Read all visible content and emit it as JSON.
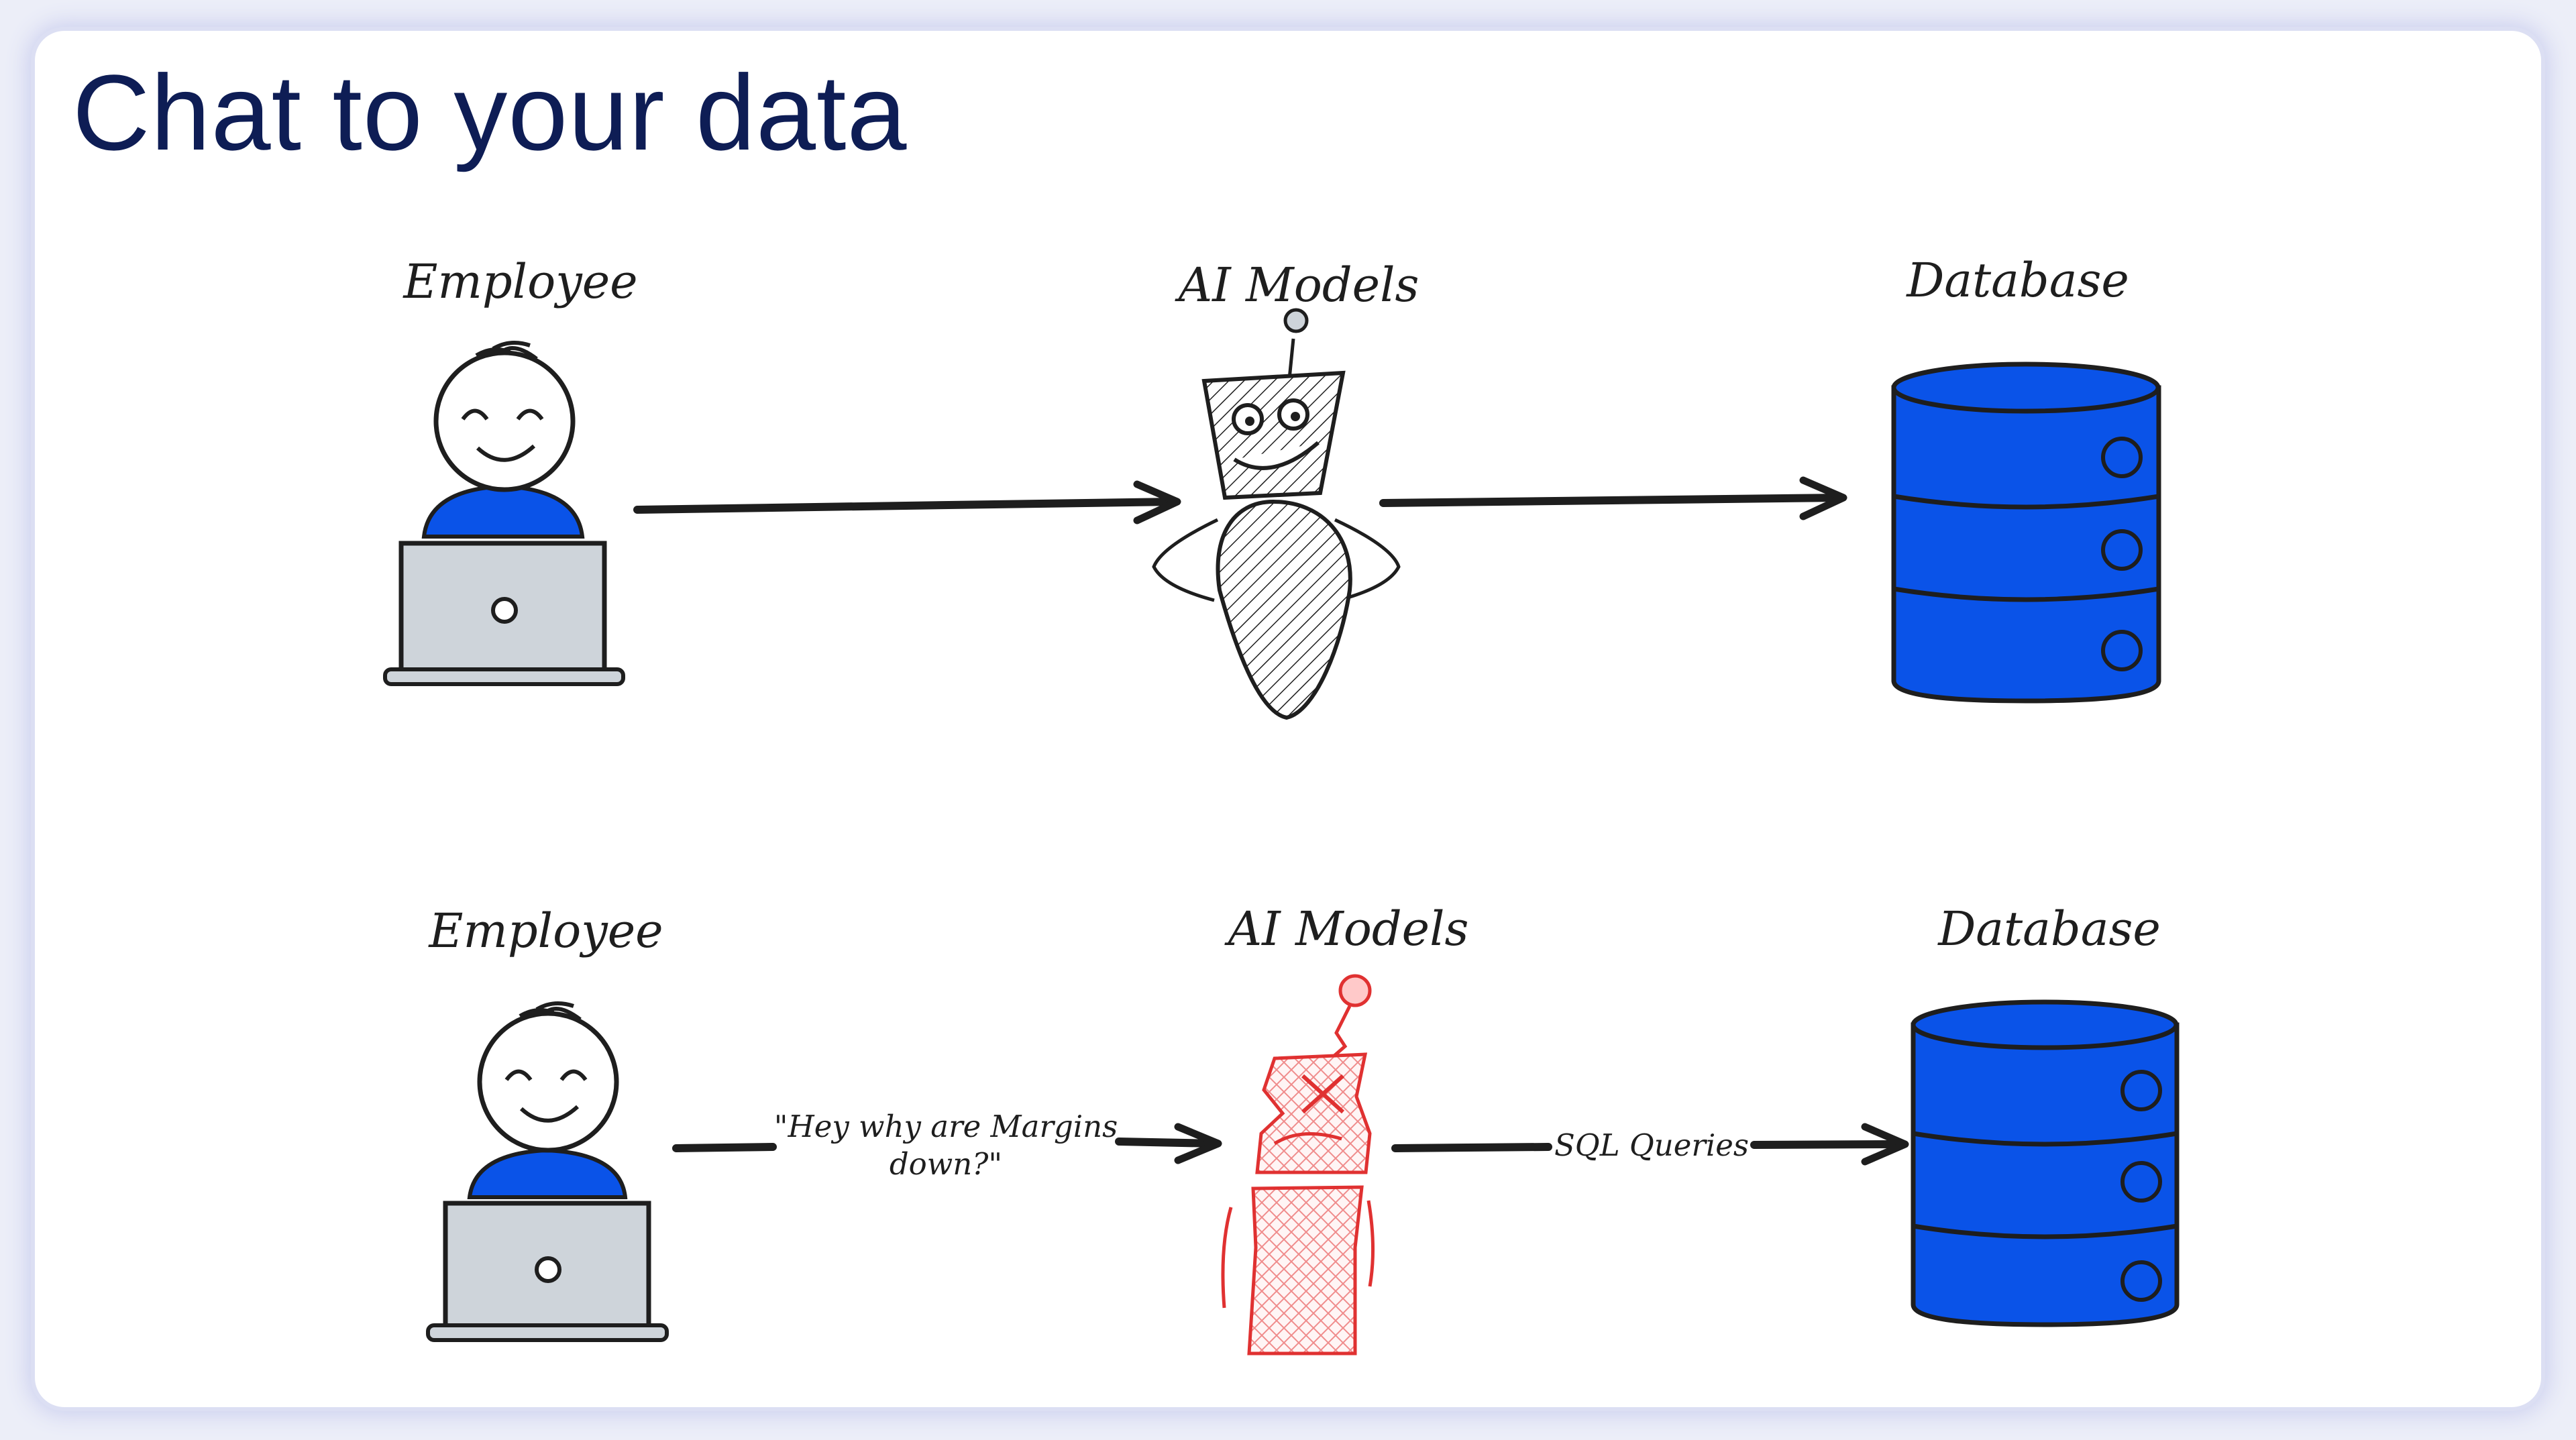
{
  "title": "Chat to your data",
  "colors": {
    "accent": "#0a53e8",
    "title": "#0e1d55",
    "error": "#e03131",
    "ink": "#1e1e1e"
  },
  "rows": [
    {
      "employee_label": "Employee",
      "model_label": "AI Models",
      "database_label": "Database",
      "model_state": "happy-robot-icon"
    },
    {
      "employee_label": "Employee",
      "model_label": "AI Models",
      "database_label": "Database",
      "model_state": "broken-robot-icon",
      "question": [
        "\"Hey why are Margins",
        "down?\""
      ],
      "query_label": "SQL Queries"
    }
  ]
}
